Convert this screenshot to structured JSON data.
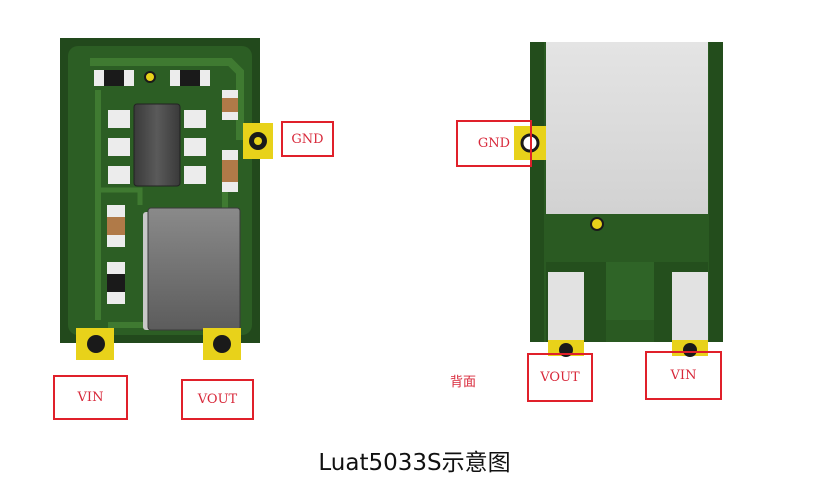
{
  "front_labels": {
    "gnd": "GND",
    "vin": "VIN",
    "vout": "VOUT"
  },
  "back_labels": {
    "gnd": "GND",
    "vout": "VOUT",
    "vin": "VIN",
    "back_side": "背面"
  },
  "caption": "Luat5033S示意图",
  "colors": {
    "pcb": "#2a5a22",
    "pcb_dark": "#1e4418",
    "trace": "#3f7a31",
    "pad_gold": "#e8d21a",
    "label_red": "#e0202a",
    "shield": "#dcdcdc",
    "component_gray": "#6e6e6e"
  }
}
